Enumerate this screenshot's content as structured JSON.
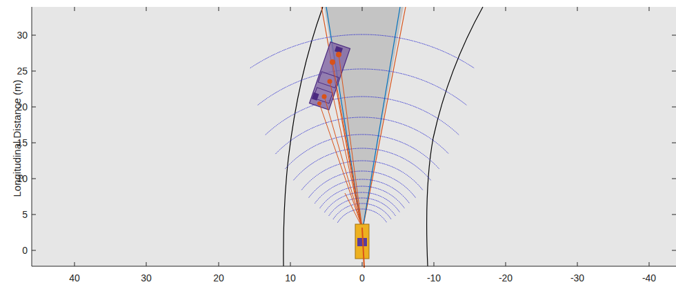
{
  "diagram": {
    "labels": [
      "Longitudinal Distance (m)",
      "30",
      "25",
      "20",
      "15",
      "10",
      "5",
      "0",
      "40",
      "30",
      "20",
      "10",
      "0",
      "-10",
      "-20",
      "-30",
      "-40"
    ]
  }
}
